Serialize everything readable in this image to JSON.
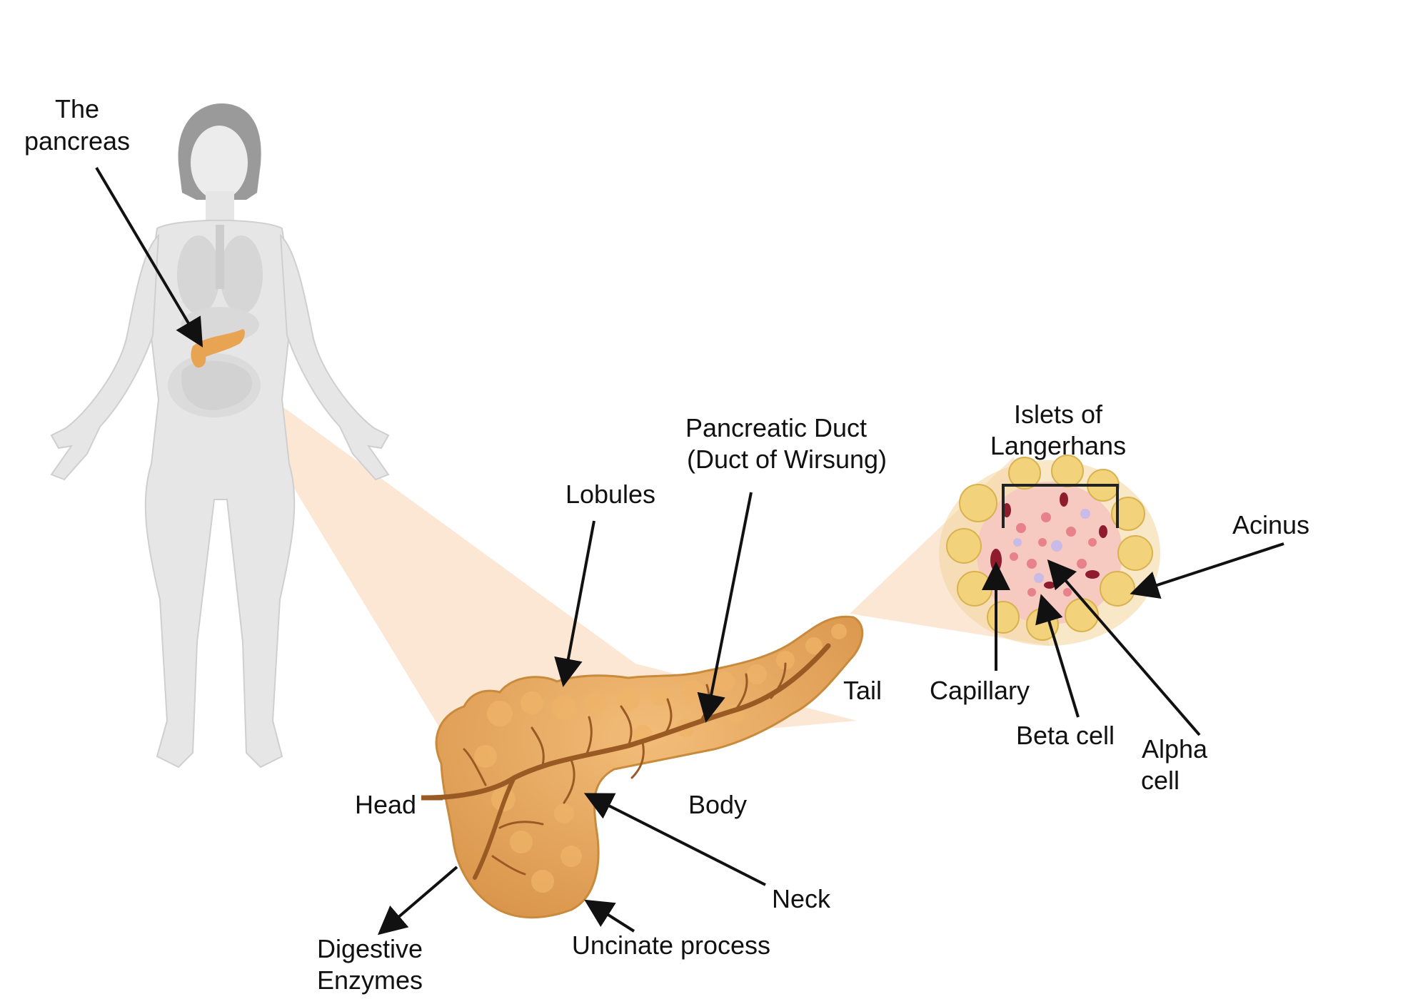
{
  "labels": {
    "pancreas_line1": "The",
    "pancreas_line2": "pancreas",
    "pancreatic_duct_line1": "Pancreatic Duct",
    "pancreatic_duct_line2": "(Duct of Wirsung)",
    "lobules": "Lobules",
    "islets_line1": "Islets of",
    "islets_line2": "Langerhans",
    "acinus": "Acinus",
    "tail": "Tail",
    "capillary": "Capillary",
    "beta_cell": "Beta cell",
    "alpha_line1": "Alpha",
    "alpha_line2": "cell",
    "head": "Head",
    "body": "Body",
    "neck": "Neck",
    "digestive_line1": "Digestive",
    "digestive_line2": "Enzymes",
    "uncinate": "Uncinate process"
  },
  "colors": {
    "pancreas_fill": "#e7a95c",
    "pancreas_dark": "#c98a3c",
    "duct": "#9a5a24",
    "zoom_wedge": "#fbe3cc",
    "body_silhouette": "#e6e6e6",
    "acinus_fill": "#f2d27a",
    "islet_fill": "#f6c9c1",
    "capillary": "#8f1c2c",
    "beta": "#e7828a",
    "alpha": "#c9bbe8"
  }
}
